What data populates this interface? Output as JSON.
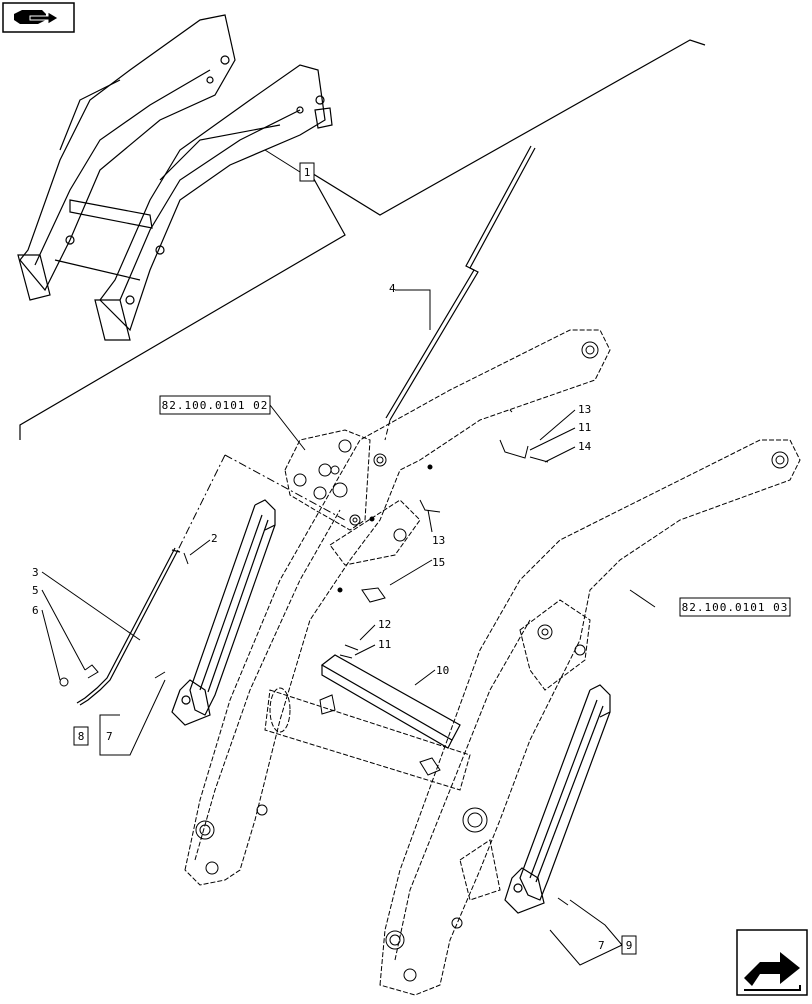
{
  "callouts": {
    "c1": "1",
    "c2": "2",
    "c3": "3",
    "c4": "4",
    "c5": "5",
    "c6": "6",
    "c7a": "7",
    "c7b": "7",
    "c8": "8",
    "c9": "9",
    "c10": "10",
    "c11a": "11",
    "c11b": "11",
    "c12": "12",
    "c13a": "13",
    "c13b": "13",
    "c14": "14",
    "c15": "15"
  },
  "refs": {
    "ref_02": "82.100.0101 02",
    "ref_03": "82.100.0101 03"
  },
  "icons": {
    "top_left": "folder-back-arrow-icon",
    "bottom_right": "next-page-arrow-icon"
  }
}
